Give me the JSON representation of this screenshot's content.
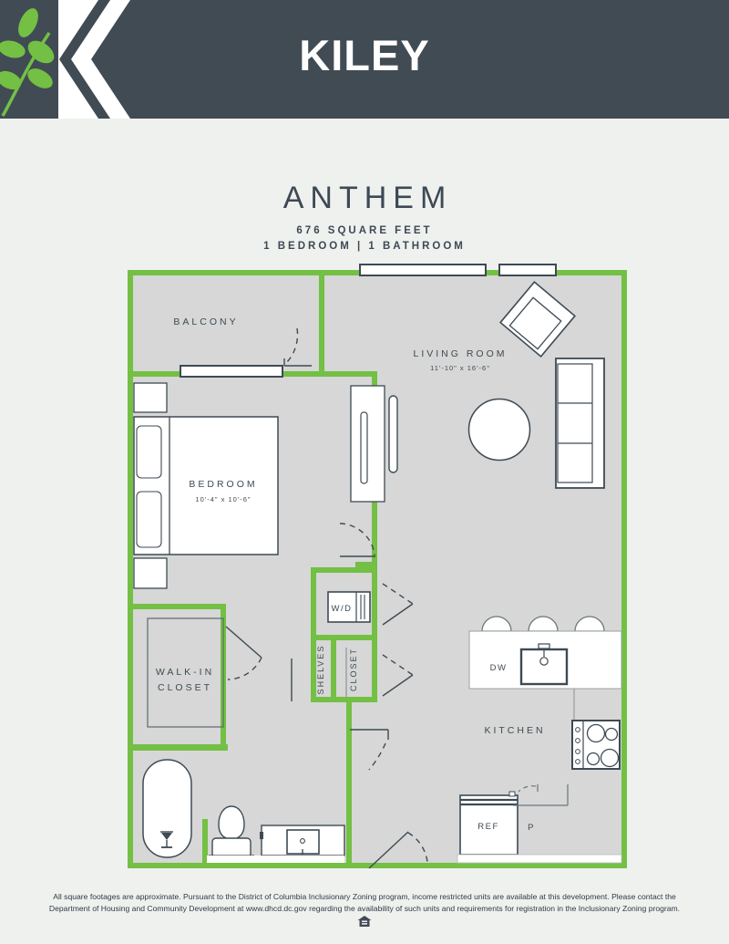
{
  "colors": {
    "accent_green": "#73c044",
    "slate": "#414b54",
    "floor_gray": "#d6d7d6",
    "page_bg": "#eff1ef"
  },
  "header": {
    "brand": "KILEY"
  },
  "unit": {
    "name": "ANTHEM",
    "square_feet": "676 SQUARE FEET",
    "configuration": "1 BEDROOM | 1 BATHROOM"
  },
  "floorplan": {
    "balcony_label": "BALCONY",
    "living_room_label": "LIVING ROOM",
    "living_room_dims": "11'-10\" x 16'-6\"",
    "bedroom_label": "BEDROOM",
    "bedroom_dims": "10'-4\" x 10'-6\"",
    "walk_in_closet_line1": "WALK-IN",
    "walk_in_closet_line2": "CLOSET",
    "shelves_label": "SHELVES",
    "closet_label": "CLOSET",
    "washer_dryer_label": "W/D",
    "dishwasher_label": "DW",
    "kitchen_label": "KITCHEN",
    "refrigerator_label": "REF",
    "pantry_label": "P"
  },
  "footer": {
    "disclaimer": "All square footages are approximate. Pursuant to the District of Columbia Inclusionary Zoning program, income restricted units are available at this development. Please contact the Department of Housing and Community Development at www.dhcd.dc.gov regarding the availability of such units and requirements for registration in the Inclusionary Zoning program."
  }
}
